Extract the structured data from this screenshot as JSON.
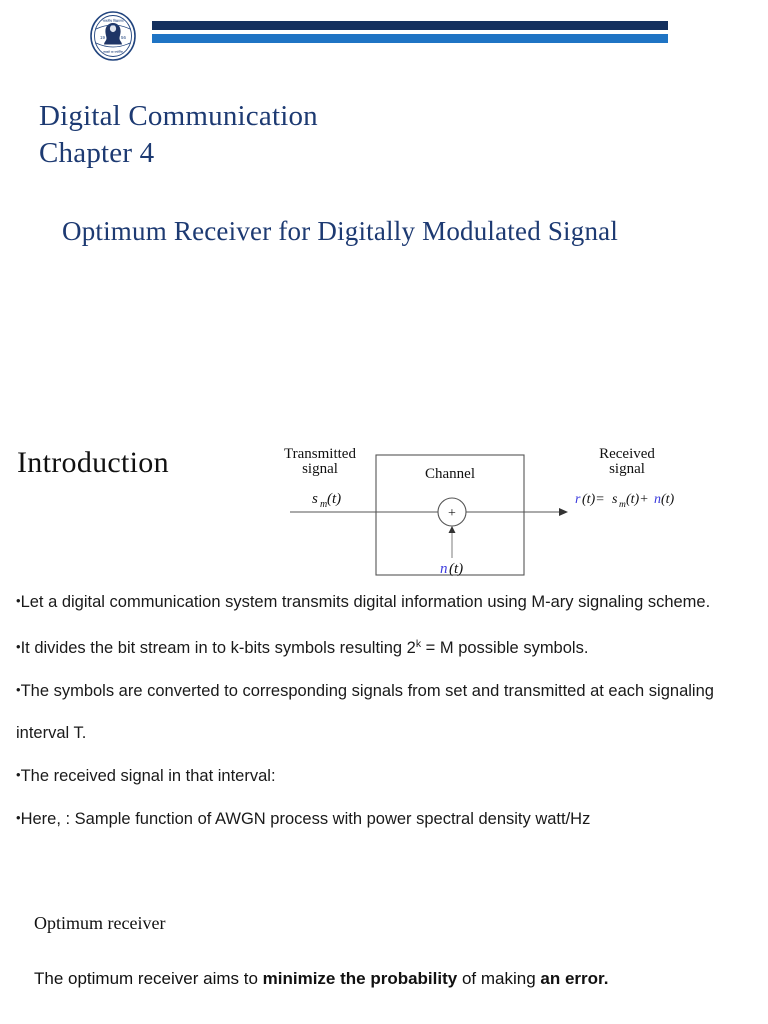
{
  "header": {
    "logo_name": "university-seal-logo",
    "bar_dark_color": "#14305e",
    "bar_light_color": "#1f74c4"
  },
  "title": {
    "line1": "Digital Communication",
    "line2": "Chapter 4",
    "subtitle": "Optimum Receiver for Digitally Modulated Signal",
    "color": "#1d3a72"
  },
  "intro": {
    "heading": "Introduction"
  },
  "diagram": {
    "name": "channel-block-diagram",
    "left_label_line1": "Transmitted",
    "left_label_line2": "signal",
    "left_signal": "s",
    "left_signal_sub": "m",
    "left_signal_tail": "(t)",
    "box_label": "Channel",
    "adder_symbol": "+",
    "noise_label": "n",
    "noise_tail": "(t)",
    "right_label_line1": "Received",
    "right_label_line2": "signal",
    "output_r": "r",
    "output_eq": "(t)=",
    "output_s": "s",
    "output_s_sub": "m",
    "output_s_tail": "(t)+",
    "output_n": "n",
    "output_n_tail": "(t)",
    "blue_color": "#3b3bdd"
  },
  "bullets": [
    {
      "marker": "•",
      "text": "Let a digital communication system transmits digital information using M-ary signaling scheme."
    },
    {
      "marker": "•",
      "text_before": "It divides the bit stream in to k-bits symbols resulting 2",
      "superscript": "k",
      "text_after": " = M possible symbols."
    },
    {
      "marker": "•",
      "text": "The symbols are converted to corresponding signals from set  and transmitted at each signaling interval T."
    },
    {
      "marker": "•",
      "text": "The received signal in that interval:"
    },
    {
      "marker": "•",
      "text": "Here,  : Sample function of AWGN process with power spectral density   watt/Hz"
    }
  ],
  "optimum": {
    "heading": "Optimum receiver",
    "statement_part1": "The optimum receiver aims to ",
    "statement_bold1": "minimize the probability",
    "statement_part2": " of making ",
    "statement_bold2": "an error."
  }
}
